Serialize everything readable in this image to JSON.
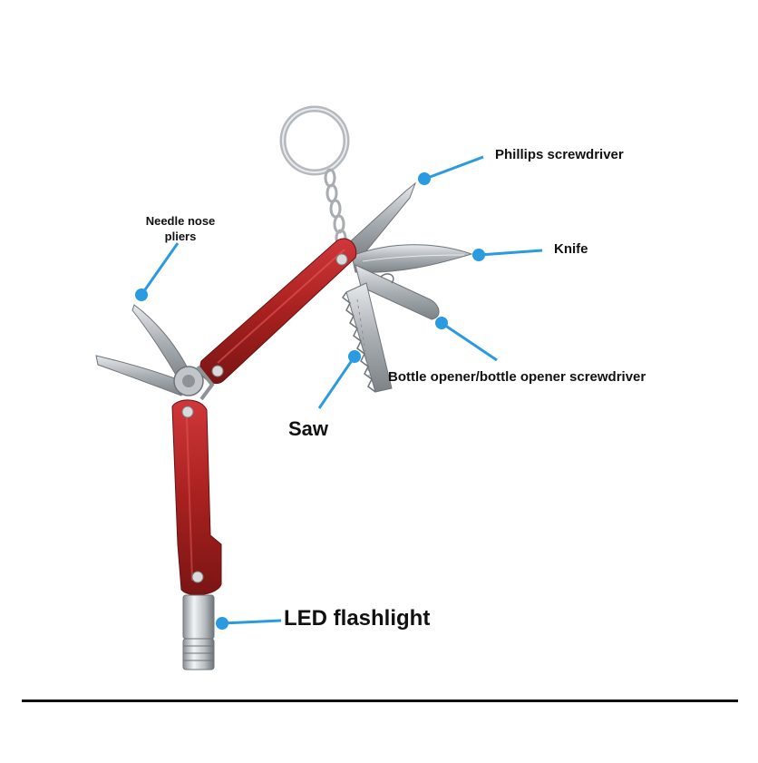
{
  "labels": {
    "phillips": "Phillips screwdriver",
    "knife": "Knife",
    "pliers_line1": "Needle nose",
    "pliers_line2": "pliers",
    "bottle_opener": "Bottle opener/bottle opener screwdriver",
    "saw": "Saw",
    "led": "LED flashlight"
  },
  "colors": {
    "callout": "#2a9be0",
    "handle": "#b3282a",
    "steel": "#b9bec3",
    "text": "#111111"
  }
}
